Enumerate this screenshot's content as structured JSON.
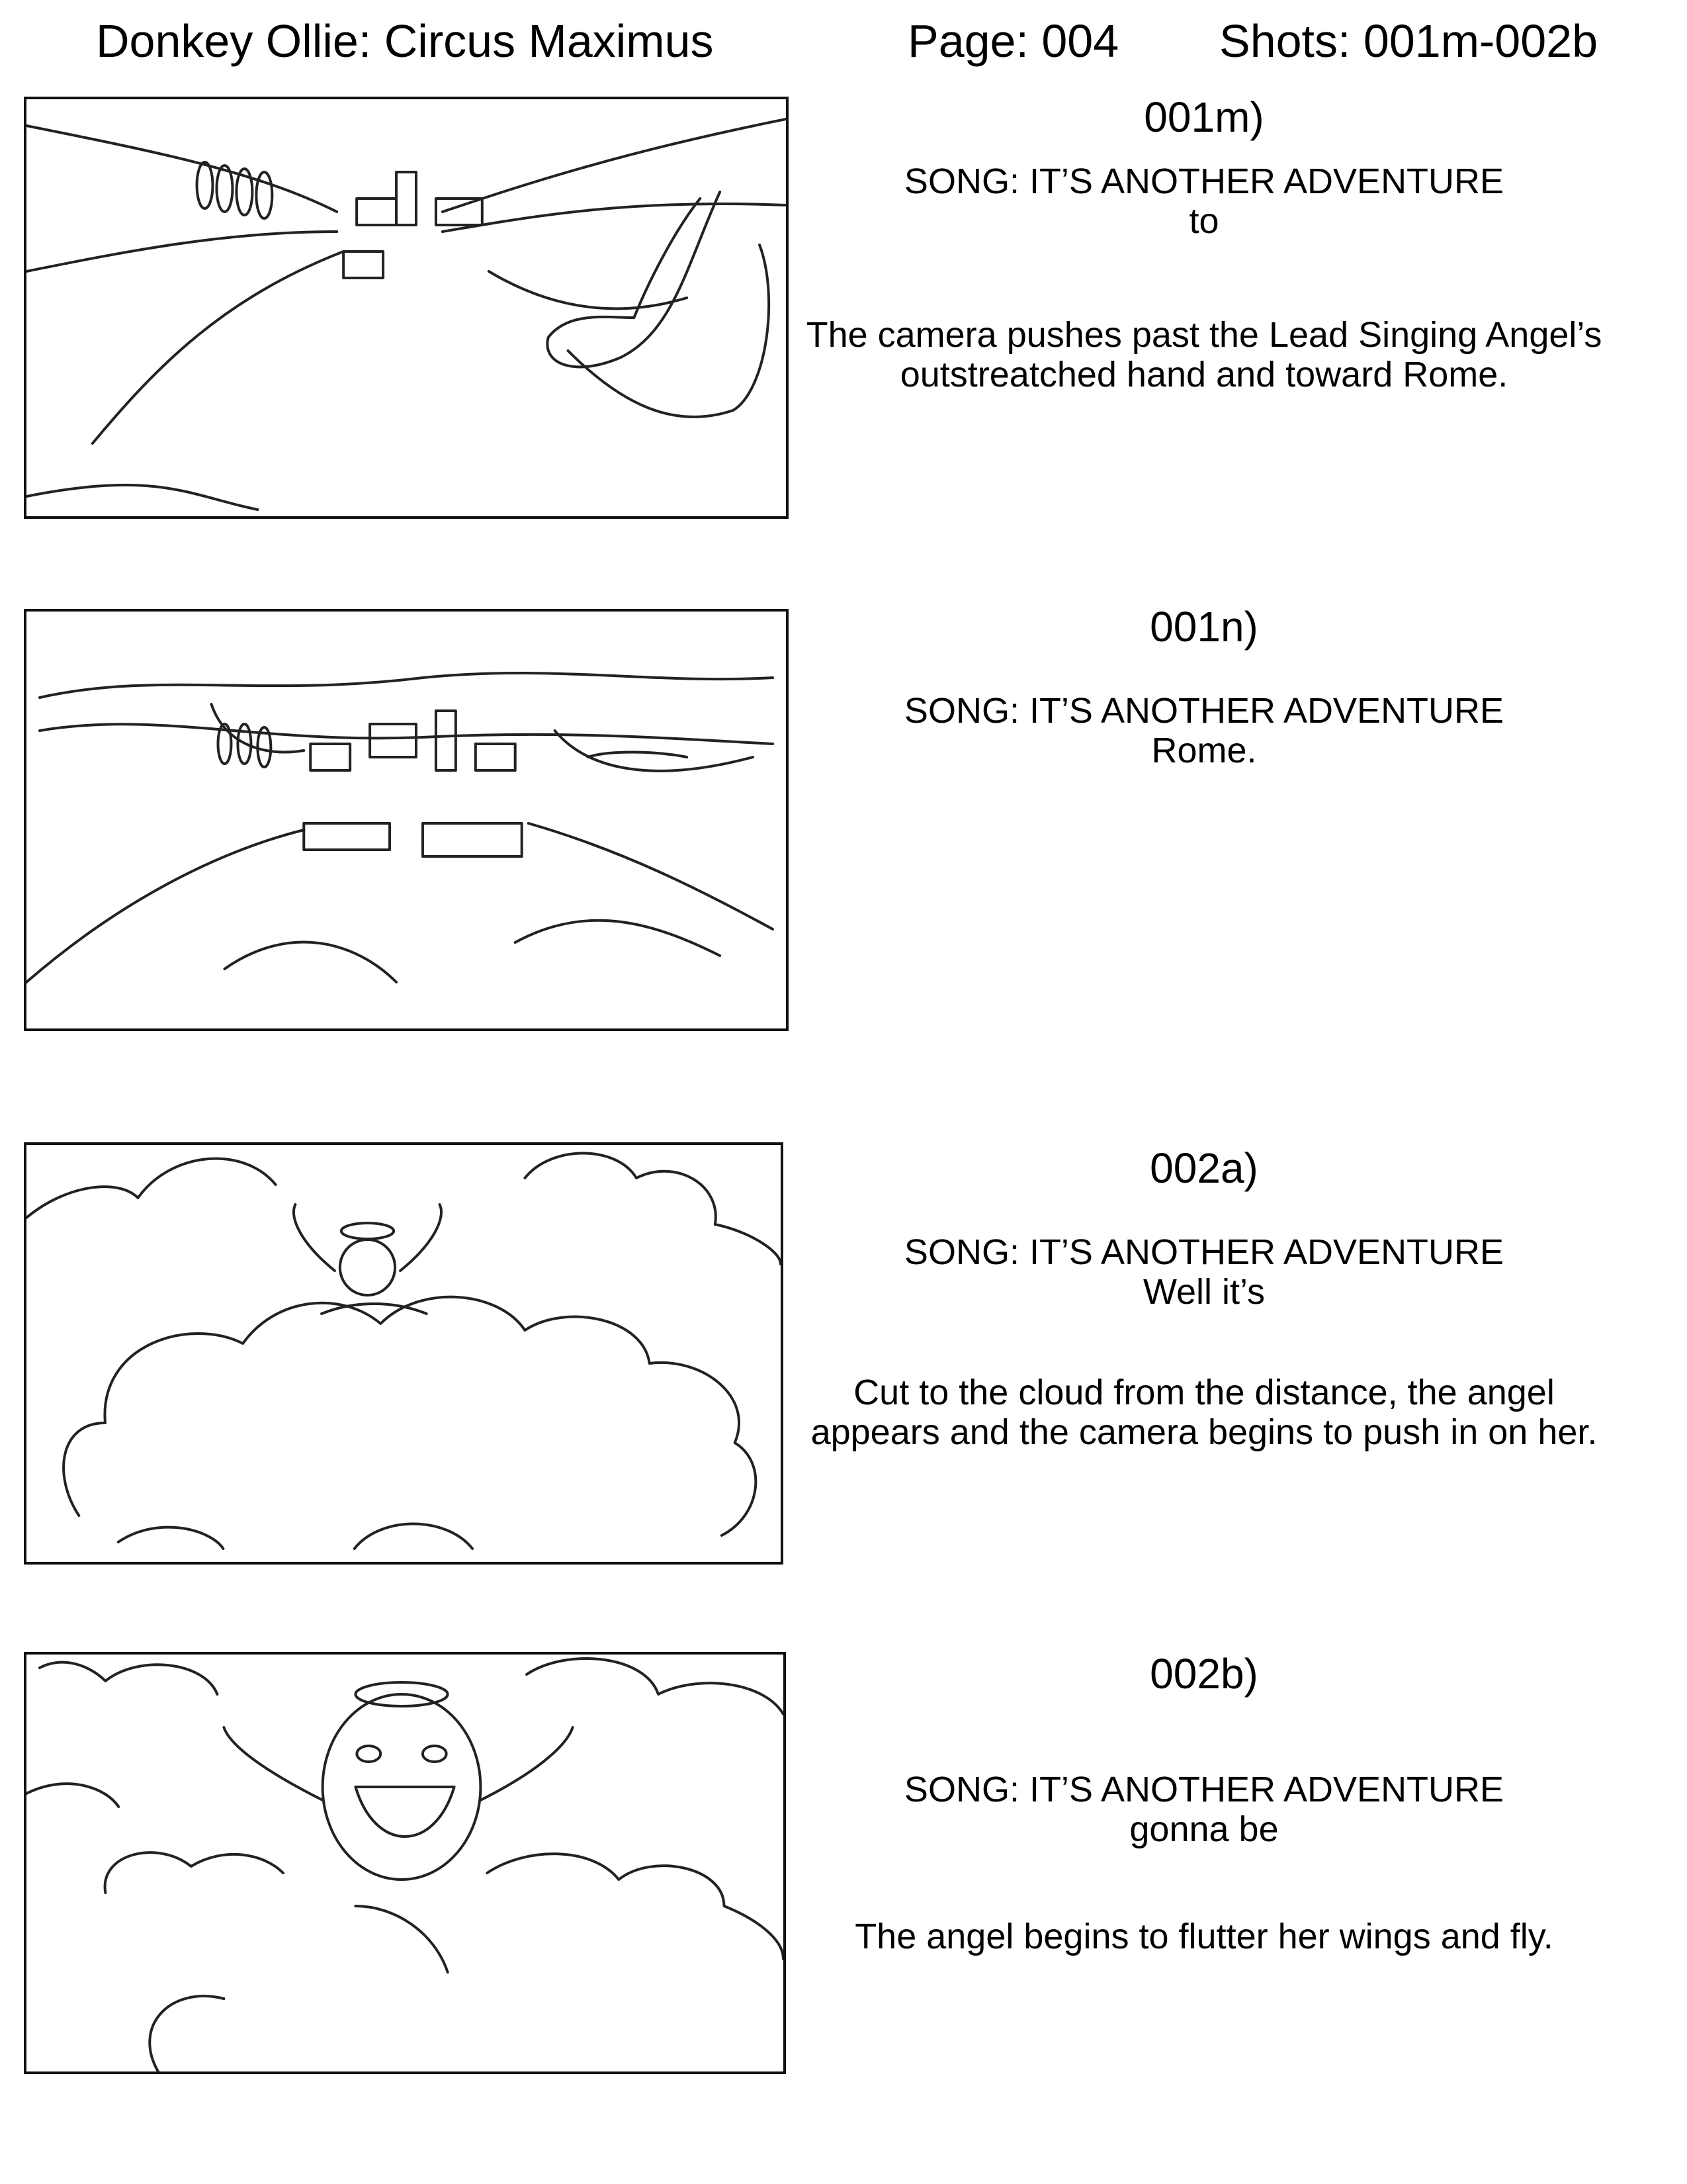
{
  "header": {
    "title": "Donkey Ollie: Circus Maximus",
    "page": "Page: 004",
    "shots": "Shots: 001m-002b"
  },
  "panels": [
    {
      "shot": "001m)",
      "song": "SONG: IT’S ANOTHER ADVENTURE",
      "lyric": "to",
      "action": "The camera pushes past the Lead Singing Angel’s outstreatched hand and toward Rome."
    },
    {
      "shot": "001n)",
      "song": "SONG: IT’S ANOTHER ADVENTURE",
      "lyric": "Rome.",
      "action": ""
    },
    {
      "shot": "002a)",
      "song": "SONG: IT’S ANOTHER ADVENTURE",
      "lyric": "Well it’s",
      "action": "Cut to the cloud from the distance, the angel appears and the camera begins to push in on her."
    },
    {
      "shot": "002b)",
      "song": "SONG: IT’S ANOTHER ADVENTURE",
      "lyric": "gonna be",
      "action": "The angel begins to flutter her wings and fly."
    }
  ]
}
